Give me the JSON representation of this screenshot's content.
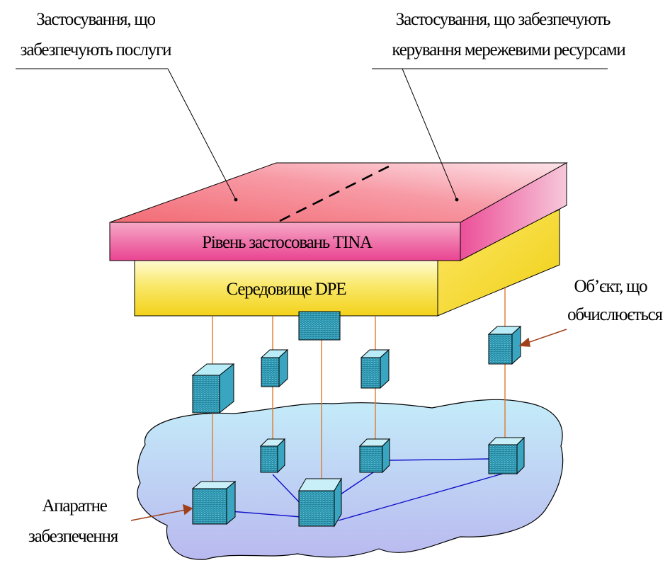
{
  "labels": {
    "service_apps_line1": "Застосування, що",
    "service_apps_line2": "забезпечують послуги",
    "mgmt_apps_line1": "Застосування, що забезпечують",
    "mgmt_apps_line2": "керування мережевими ресурсами",
    "tina_layer": "Рівень застосовань TINA",
    "dpe_layer": "Середовище DPE",
    "computing_object_line1": "Об’єкт, що",
    "computing_object_line2": "обчислюється",
    "hardware_line1": "Апаратне",
    "hardware_line2": "забезпечення"
  },
  "colors": {
    "tina_top_near": "#f47a80",
    "tina_top_far": "#fbd2da",
    "tina_front": "#ee4f98",
    "dpe_front": "#f7e02e",
    "cloud_fill": "#bfe3f7",
    "cube_face": "#2ea9c4",
    "orange_line": "#e07b2a",
    "blue_line": "#1010c8",
    "leader_arrow": "#a0401a"
  }
}
